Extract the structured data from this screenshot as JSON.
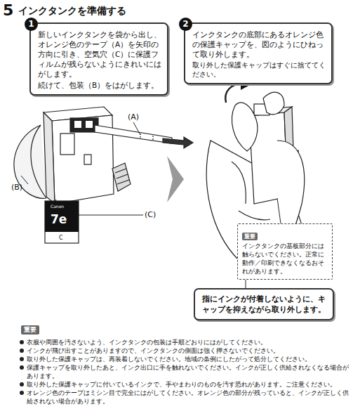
{
  "diagram": {
    "title": "インクタンクを準備する",
    "nodes": [
      {
        "text": [
          "1",
          "新しいインクタンクを袋から出し、オレンジ色のテープ（A）を矢印の方向に引き、空気穴（C）に保護フィルムが残らないようにきれいにはがします。",
          "続けて、包装（B）をはがします。"
        ]
      },
      {
        "text": [
          "2",
          "インクタンクの底部にあるオレンジ色の保護キャップを、図のようにひねって取り外します。",
          "取り外した保護キャップはすぐに捨ててください。"
        ]
      },
      {
        "text": [
          "重要",
          "インクタンクの基板部分には触らないでください。正常に動作／印刷できなくなるおそれがあります。"
        ]
      },
      {
        "text": [
          "指にインクが付着しないように、キャップを抑えながら取り外します。"
        ]
      }
    ],
    "labels": [
      "5",
      "(A)",
      "(B)",
      "(C)",
      "Canon",
      "7e",
      "C",
      "重要",
      "衣服や周囲を汚さないよう、インクタンクの包装は手順どおりにはがしてください。",
      "インクが飛び出すことがありますので、インクタンクの側面は強く押さないでください。",
      "取り外した保護キャップは、再装着しないでください。地域の条例にしたがって処分してください。",
      "保護キャップを取り外したあと、インク出口に手を触れないでください。インクが正しく供給されなくなる場合があります。",
      "取り外した保護キャップに付いているインクで、手やまわりのものを汚す恐れがあります。ご注意ください。",
      "オレンジ色のテープはミシン目で完全にはがしてください。オレンジ色の部分が残っていると、インクが正しく供給されない場合があります。"
    ]
  }
}
